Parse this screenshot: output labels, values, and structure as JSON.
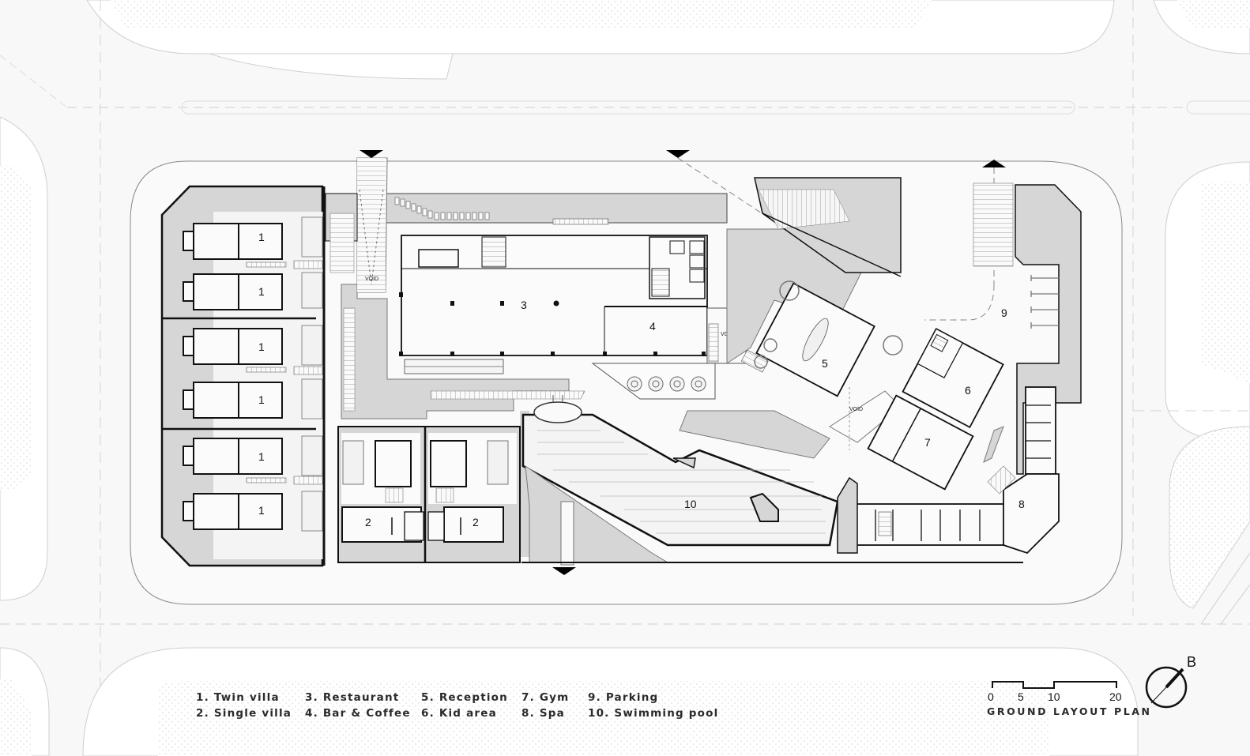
{
  "title": "GROUND LAYOUT PLAN",
  "legend": {
    "items": [
      {
        "num": "1",
        "label": "1. Twin villa"
      },
      {
        "num": "2",
        "label": "2. Single villa"
      },
      {
        "num": "3",
        "label": "3. Restaurant"
      },
      {
        "num": "4",
        "label": "4. Bar & Coffee"
      },
      {
        "num": "5",
        "label": "5. Reception"
      },
      {
        "num": "6",
        "label": "6. Kid area"
      },
      {
        "num": "7",
        "label": "7. Gym"
      },
      {
        "num": "8",
        "label": "8. Spa"
      },
      {
        "num": "9",
        "label": "9. Parking"
      },
      {
        "num": "10",
        "label": "10. Swimming pool"
      }
    ]
  },
  "plan_labels": {
    "twin_villa": "1",
    "single_villa": "2",
    "restaurant": "3",
    "bar_coffee": "4",
    "reception": "5",
    "kid_area": "6",
    "gym": "7",
    "spa": "8",
    "parking": "9",
    "swimming_pool": "10",
    "void": "VOID"
  },
  "scale_bar": {
    "ticks": [
      "0",
      "5",
      "10",
      "20"
    ]
  },
  "north_arrow": {
    "label": "B"
  },
  "colors": {
    "background": "#ffffff",
    "road": "#f8f8f8",
    "hatch_gray": "#d6d6d6",
    "wall": "#111111",
    "light_line": "#c8c8c8"
  }
}
